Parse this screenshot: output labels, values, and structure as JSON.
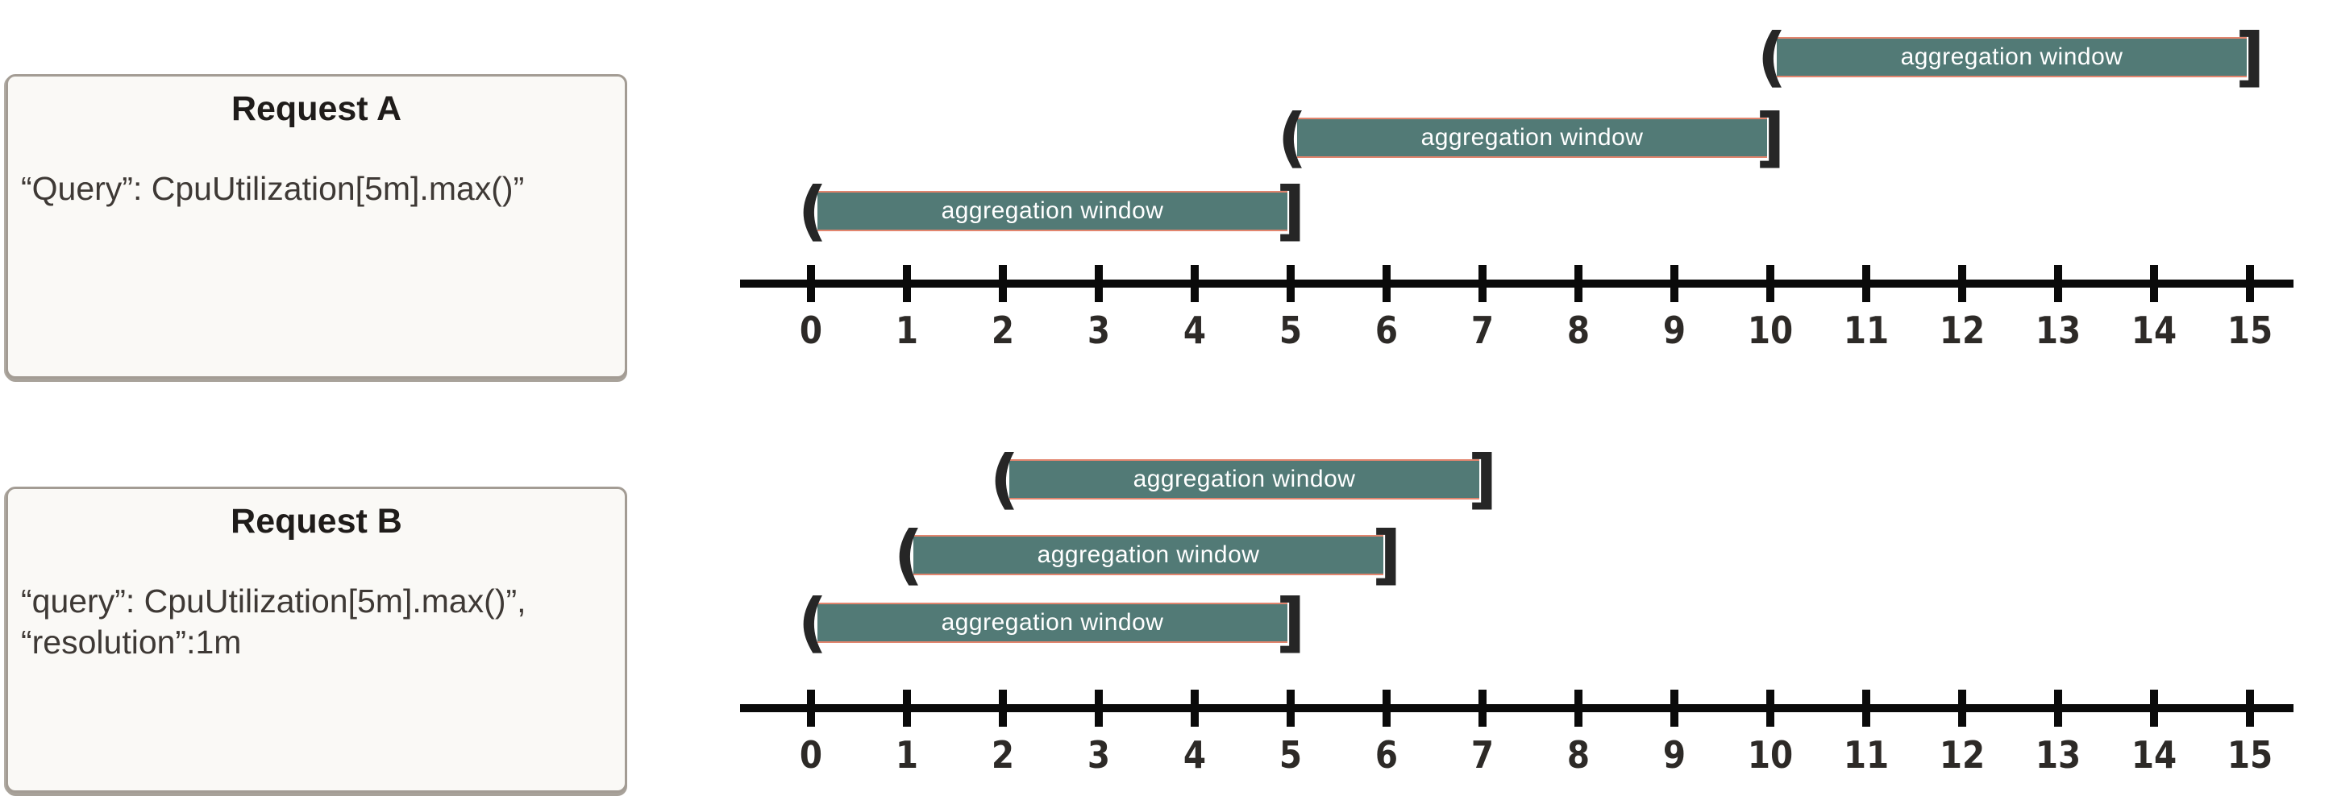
{
  "panels": [
    {
      "title": "Request A",
      "lines": [
        "“Query”: CpuUtilization[5m].max()”"
      ]
    },
    {
      "title": "Request B",
      "lines": [
        "“query”: CpuUtilization[5m].max()”,",
        "“resolution”:1m"
      ]
    }
  ],
  "timelines": [
    {
      "name": "request-a-timeline",
      "ticks": [
        0,
        1,
        2,
        3,
        4,
        5,
        6,
        7,
        8,
        9,
        10,
        11,
        12,
        13,
        14,
        15
      ],
      "windows": [
        {
          "start": 10,
          "end": 15,
          "label": "aggregation window"
        },
        {
          "start": 5,
          "end": 10,
          "label": "aggregation window"
        },
        {
          "start": 0,
          "end": 5,
          "label": "aggregation window"
        }
      ]
    },
    {
      "name": "request-b-timeline",
      "ticks": [
        0,
        1,
        2,
        3,
        4,
        5,
        6,
        7,
        8,
        9,
        10,
        11,
        12,
        13,
        14,
        15
      ],
      "windows": [
        {
          "start": 2,
          "end": 7,
          "label": "aggregation window"
        },
        {
          "start": 1,
          "end": 6,
          "label": "aggregation window"
        },
        {
          "start": 0,
          "end": 5,
          "label": "aggregation window"
        }
      ]
    }
  ],
  "colors": {
    "window_fill": "#527a76",
    "window_border": "#e2856e",
    "window_label": "#ffffff",
    "axis": "#0a0a0a",
    "bracket": "#262626",
    "box_background": "#faf9f6",
    "box_border": "#a39c94"
  }
}
